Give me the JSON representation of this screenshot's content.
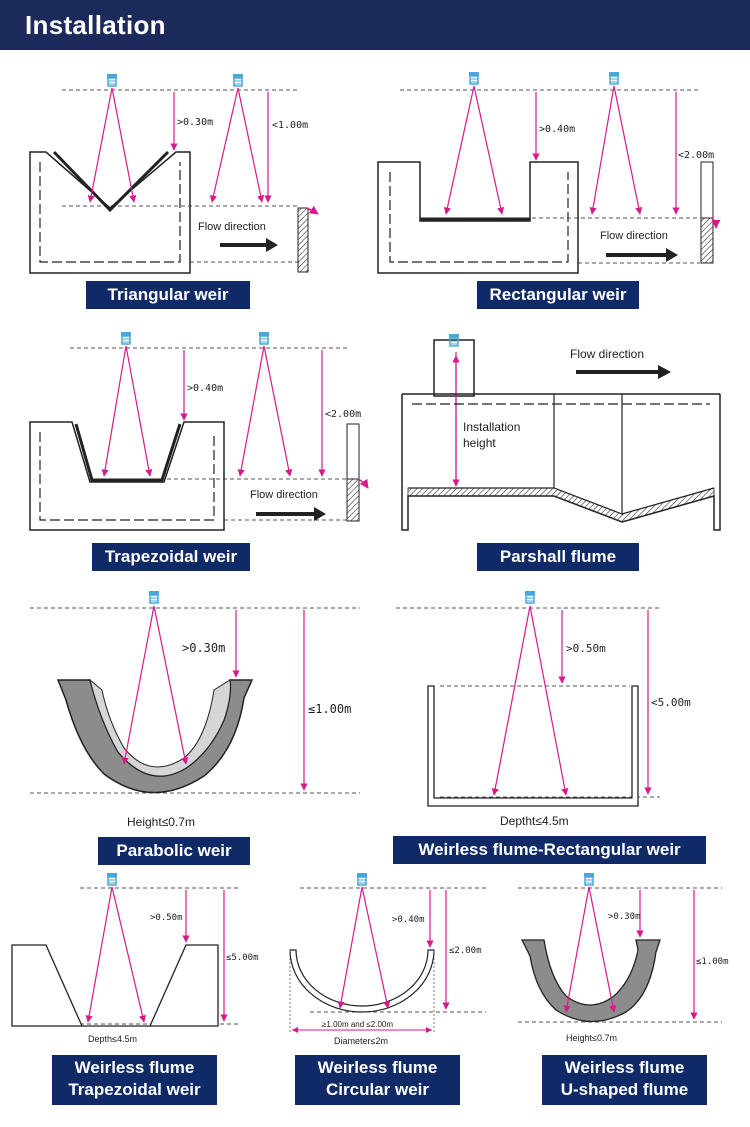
{
  "header": {
    "title": "Installation"
  },
  "colors": {
    "header_bg": "#1b2a5a",
    "label_bg": "#0f2a66",
    "beam": "#d61a8c",
    "sensor": "#4aa8d8"
  },
  "panels": {
    "triangular": {
      "label": "Triangular weir",
      "dist_min": ">0.30m",
      "dist_max": "<1.00m",
      "flow": "Flow direction"
    },
    "rectangular": {
      "label": "Rectangular weir",
      "dist_min": ">0.40m",
      "dist_max": "<2.00m",
      "flow": "Flow direction"
    },
    "trapezoidal": {
      "label": "Trapezoidal weir",
      "dist_min": ">0.40m",
      "dist_max": "<2.00m",
      "flow": "Flow direction"
    },
    "parshall": {
      "label": "Parshall flume",
      "flow": "Flow direction",
      "install_line1": "Installation",
      "install_line2": "height"
    },
    "parabolic": {
      "label": "Parabolic weir",
      "dist_min": ">0.30m",
      "dist_max": "≤1.00m",
      "caption": "Height≤0.7m"
    },
    "weirless_rect": {
      "label": "Weirless flume-Rectangular weir",
      "dist_min": ">0.50m",
      "dist_max": "<5.00m",
      "caption": "Deptht≤4.5m"
    },
    "weirless_trap": {
      "label_line1": "Weirless flume",
      "label_line2": "Trapezoidal weir",
      "dist_min": ">0.50m",
      "dist_max": "≤5.00m",
      "caption": "Depth≤4.5m"
    },
    "weirless_circ": {
      "label_line1": "Weirless flume",
      "label_line2": "Circular weir",
      "dist_min": ">0.40m",
      "dist_max": "≤2.00m",
      "caption": "Diameter≤2m",
      "diameter_range": "≥1.00m and ≤2.00m"
    },
    "weirless_u": {
      "label_line1": "Weirless flume",
      "label_line2": "U-shaped flume",
      "dist_min": ">0.30m",
      "dist_max": "≤1.00m",
      "caption": "Height≤0.7m"
    }
  }
}
